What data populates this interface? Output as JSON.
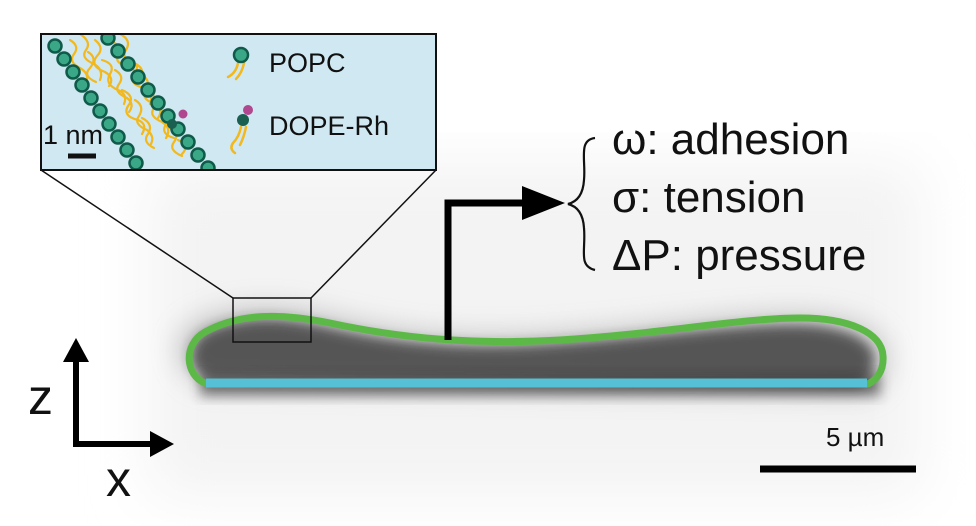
{
  "inset": {
    "legend": [
      {
        "label": "POPC",
        "head_color": "#3aa887",
        "head_stroke": "#0f5a49",
        "tail_color": "#f2b81c"
      },
      {
        "label": "DOPE-Rh",
        "head_color": "#1a5f4f",
        "tag_color": "#b0478f",
        "tail_color": "#f2b81c"
      }
    ],
    "scale_bar": "1 nm",
    "background_color": "#cfe8f2"
  },
  "parameters": {
    "adhesion": "ω: adhesion",
    "tension": "σ: tension",
    "pressure": "ΔP: pressure"
  },
  "axes": {
    "vertical": "z",
    "horizontal": "x"
  },
  "scale_bar": "5 µm",
  "colors": {
    "membrane_outline": "#5cb947",
    "substrate_contact": "#56c1d6",
    "vesicle_shadow": "#2f2f2f",
    "arrow": "#000000"
  }
}
